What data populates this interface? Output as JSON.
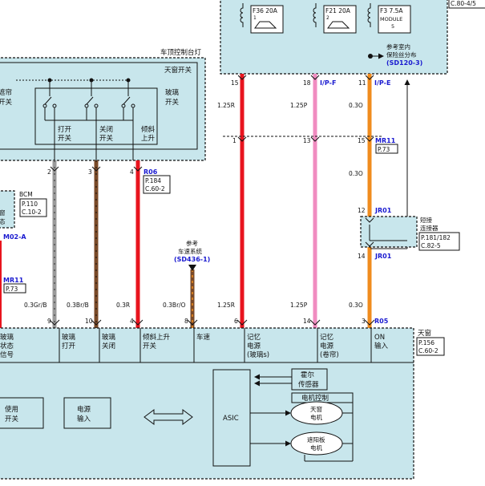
{
  "colors": {
    "panel": "#c8e6ec",
    "wire_red": "#e8141e",
    "wire_pink": "#f08cc0",
    "wire_orange": "#f08c1e",
    "wire_gray": "#9a9a9a",
    "wire_brown": "#7a4a28",
    "link_blue": "#1a1ad0"
  },
  "fuses": {
    "f36": "F36 20A",
    "f21": "F21 20A",
    "f3": "F3 7.5A",
    "f36_idx": "1",
    "f21_idx": "2",
    "f3_module": "MODULE",
    "f3_idx": "5"
  },
  "top_right_ref": "C.80-4/5",
  "fuse_ref": {
    "line1": "参考室内",
    "line2": "保险丝分布",
    "link": "(SD120-3)"
  },
  "overhead_console": {
    "title": "车顶控制台灯",
    "sunroof_switch": "天窗开关",
    "glass_switch_1": "玻璃",
    "glass_switch_2": "开关",
    "shade_switch_1": "遮帘",
    "shade_switch_2": "开关",
    "sw_open_1": "打开",
    "sw_open_2": "开关",
    "sw_close_1": "关闭",
    "sw_close_2": "开关",
    "sw_tilt_1": "倾斜",
    "sw_tilt_2": "上升"
  },
  "top_pins": {
    "p15": "15",
    "p18": "18",
    "p11": "11",
    "ipf": "I/P-F",
    "ipe": "I/P-E"
  },
  "mid_pins": {
    "p1": "1",
    "p13": "13",
    "p15": "15",
    "mr11": "MR11",
    "p73": "P.73"
  },
  "wire_labels": {
    "w1_25r_top": "1.25R",
    "w1_25p_top": "1.25P",
    "w0_3o_top": "0.3O",
    "w0_3o_mid": "0.3O",
    "w0_3o_low": "0.3O",
    "w1_25r_bot": "1.25R",
    "w1_25p_bot": "1.25P",
    "w0_3gr_b": "0.3Gr/B",
    "w0_3br_b": "0.3Br/B",
    "w0_3r": "0.3R",
    "w0_3br_o": "0.3Br/O"
  },
  "console_pins": {
    "p2": "2",
    "p3": "3",
    "p4": "4"
  },
  "r06": {
    "label": "R06",
    "page": "P.184",
    "conn": "C.60-2"
  },
  "bcm": {
    "label": "BCM",
    "page": "P.110",
    "conn": "C.10-2"
  },
  "left_partial": {
    "l1": "窗",
    "l2": "态",
    "m02a": "M02-A",
    "mr11": "MR11",
    "p73": "P.73"
  },
  "speed_ref": {
    "line1": "参考",
    "line2": "车速系统",
    "link": "(SD436-1)"
  },
  "jr01_top": {
    "pin": "12",
    "label": "JR01"
  },
  "jr01_bot": {
    "pin": "14",
    "label": "JR01"
  },
  "short_connector": {
    "line1": "短接",
    "line2": "连接器",
    "page": "P.181/182",
    "conn": "C.82-5"
  },
  "sunroof_pins": {
    "p9": "9",
    "p10": "10",
    "p4": "4",
    "p8": "8",
    "p6": "6",
    "p14": "14",
    "p3": "3",
    "r05": "R05"
  },
  "sunroof_module": {
    "title": "天窗",
    "page": "P.156",
    "conn": "C.60-2"
  },
  "terminal_labels": {
    "glass_status_1": "玻璃",
    "glass_status_2": "状态",
    "glass_status_3": "信号",
    "glass_open_1": "玻璃",
    "glass_open_2": "打开",
    "glass_close_1": "玻璃",
    "glass_close_2": "关闭",
    "tilt_switch_1": "倾斜上升",
    "tilt_switch_2": "开关",
    "speed": "车速",
    "mem_glass_1": "记忆",
    "mem_glass_2": "电源",
    "mem_glass_3": "(玻璃s)",
    "mem_shade_1": "记忆",
    "mem_shade_2": "电源",
    "mem_shade_3": "(卷帘)",
    "on_input_1": "ON",
    "on_input_2": "输入"
  },
  "internal": {
    "use_switch_1": "使用",
    "use_switch_2": "开关",
    "power_input_1": "电源",
    "power_input_2": "输入",
    "asic": "ASIC",
    "hall_1": "霍尔",
    "hall_2": "传感器",
    "motor_control": "电机控制",
    "sunroof_motor_1": "天窗",
    "sunroof_motor_2": "电机",
    "shade_motor_1": "遮阳板",
    "shade_motor_2": "电机"
  }
}
